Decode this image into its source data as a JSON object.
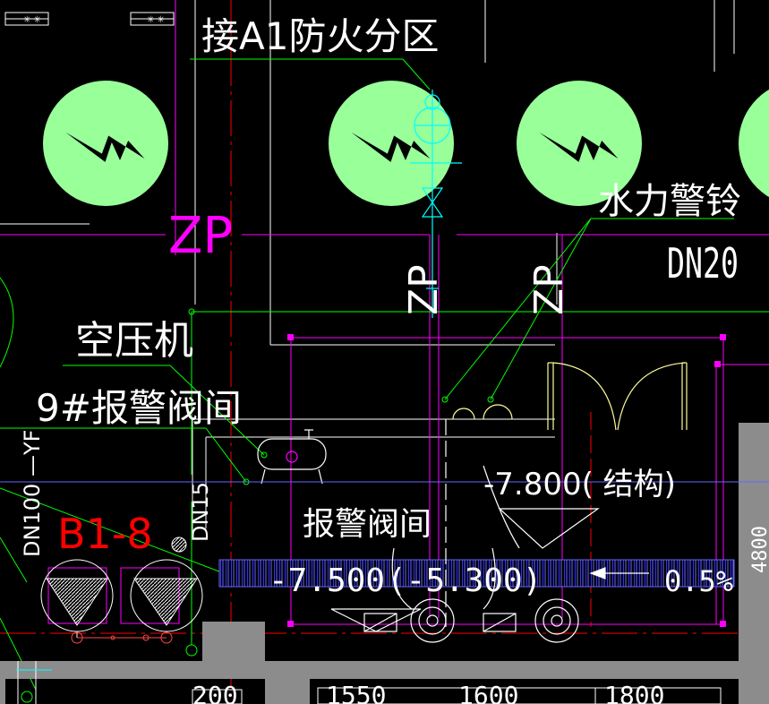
{
  "colors": {
    "background": "#000000",
    "bell_circle": "#99ff99",
    "green_line": "#00ff00",
    "magenta_line": "#ff00ff",
    "cyan_line": "#00ffff",
    "red_line": "#ff0000",
    "white_line": "#ffffff",
    "gray_wall": "#8c8c8c",
    "yellow_line": "#ffff99",
    "blue_line": "#3333ff"
  },
  "labels": {
    "connect_zone": "接A1防火分区",
    "water_bell": "水力警铃",
    "bell_dn": "DN20",
    "zp_main": "ZP",
    "zp_vert_1": "ZP",
    "zp_vert_2": "ZP",
    "air_compressor": "空压机",
    "alarm_valve_9": "9#报警阀间",
    "alarm_valve_room": "报警阀间",
    "elevation_structure": "-7.800(    结构)",
    "elevation_1": "-7.500",
    "elevation_2": "(-5.300)",
    "slope": "0.5%",
    "room_code": "B1-8",
    "pipe_dn100": "DN100",
    "pipe_dn15": "DN15",
    "pipe_yf": "—YF",
    "dim_1": "200",
    "dim_2": "1550",
    "dim_3": "1600",
    "dim_4": "1800",
    "dim_right": "4800"
  },
  "icons": {
    "bell_symbol": "lightning-bolt-icon",
    "pump_symbol": "pump-icon",
    "valve_symbol": "valve-icon"
  }
}
